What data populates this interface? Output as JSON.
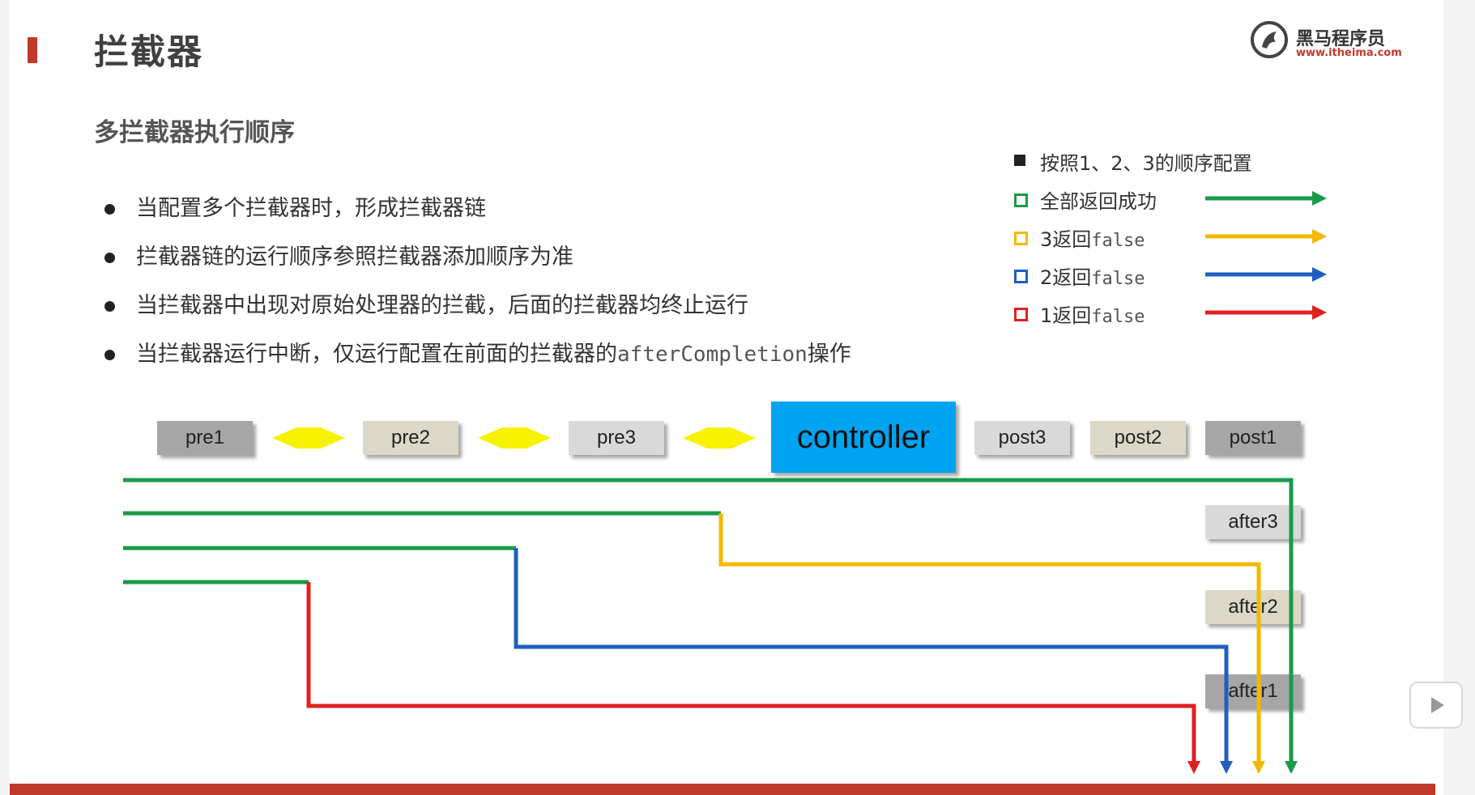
{
  "page": {
    "title": "拦截器",
    "subtitle": "多拦截器执行顺序"
  },
  "logo": {
    "name": "黑马程序员",
    "url": "www.itheima.com"
  },
  "bullets": [
    {
      "text": "当配置多个拦截器时，形成拦截器链"
    },
    {
      "text": "拦截器链的运行顺序参照拦截器添加顺序为准"
    },
    {
      "text": "当拦截器中出现对原始处理器的拦截，后面的拦截器均终止运行"
    },
    {
      "text_before": "当拦截器运行中断，仅运行配置在前面的拦截器的",
      "code": "afterCompletion",
      "text_after": "操作"
    }
  ],
  "legend": {
    "header": "按照1、2、3的顺序配置",
    "items": [
      {
        "label": "全部返回成功",
        "color": "#1a9a4a"
      },
      {
        "label_prefix": "3返回",
        "code": "false",
        "color": "#f5b800"
      },
      {
        "label_prefix": "2返回",
        "code": "false",
        "color": "#1f5fc0"
      },
      {
        "label_prefix": "1返回",
        "code": "false",
        "color": "#e02020"
      }
    ]
  },
  "flow": {
    "pre": [
      "pre1",
      "pre2",
      "pre3"
    ],
    "controller": "controller",
    "post": [
      "post3",
      "post2",
      "post1"
    ],
    "after": [
      "after3",
      "after2",
      "after1"
    ]
  },
  "colors": {
    "accent_red": "#c0392b",
    "green": "#1a9a4a",
    "yellow": "#f5b800",
    "blue": "#1f5fc0",
    "red": "#e02020",
    "controller_bg": "#00a3ef",
    "diamond": "#f7f200",
    "box_gray_dark": "#a6a6a6",
    "box_beige": "#dcd8c7",
    "box_gray_light": "#d9d9d9"
  }
}
